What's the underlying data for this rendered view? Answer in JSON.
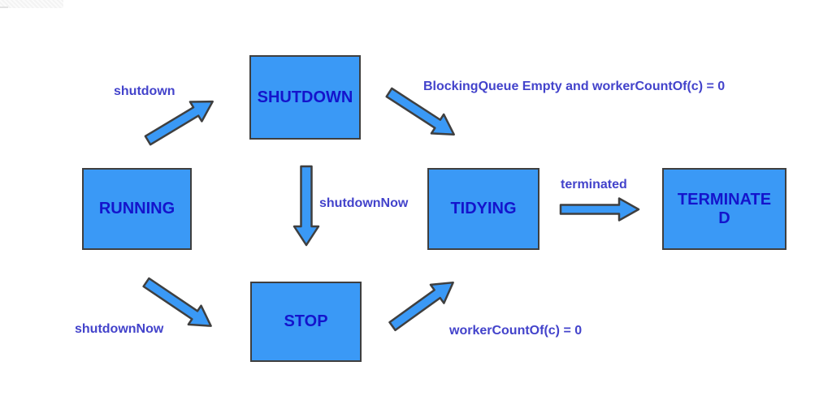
{
  "diagram": {
    "type": "state-transition-diagram",
    "background": "#ffffff"
  },
  "colors": {
    "node_fill": "#3a99f6",
    "node_border": "#3f3f3f",
    "node_label": "#1414cc",
    "edge_label": "#4343cb",
    "arrow_fill": "#3a99f6",
    "arrow_outline": "#3f3f3f"
  },
  "nodes": [
    {
      "id": "running",
      "label": "RUNNING"
    },
    {
      "id": "shutdown",
      "label": "SHUTDOWN"
    },
    {
      "id": "stop",
      "label": "STOP"
    },
    {
      "id": "tidying",
      "label": "TIDYING"
    },
    {
      "id": "terminated",
      "label": "TERMINATED"
    }
  ],
  "edges": [
    {
      "from": "RUNNING",
      "to": "SHUTDOWN",
      "label": "shutdown"
    },
    {
      "from": "SHUTDOWN",
      "to": "TIDYING",
      "label": "BlockingQueue Empty and workerCountOf(c) = 0"
    },
    {
      "from": "SHUTDOWN",
      "to": "STOP",
      "label": "shutdownNow"
    },
    {
      "from": "RUNNING",
      "to": "STOP",
      "label": "shutdownNow"
    },
    {
      "from": "STOP",
      "to": "TIDYING",
      "label": "workerCountOf(c) = 0"
    },
    {
      "from": "TIDYING",
      "to": "TERMINATED",
      "label": "terminated"
    }
  ]
}
